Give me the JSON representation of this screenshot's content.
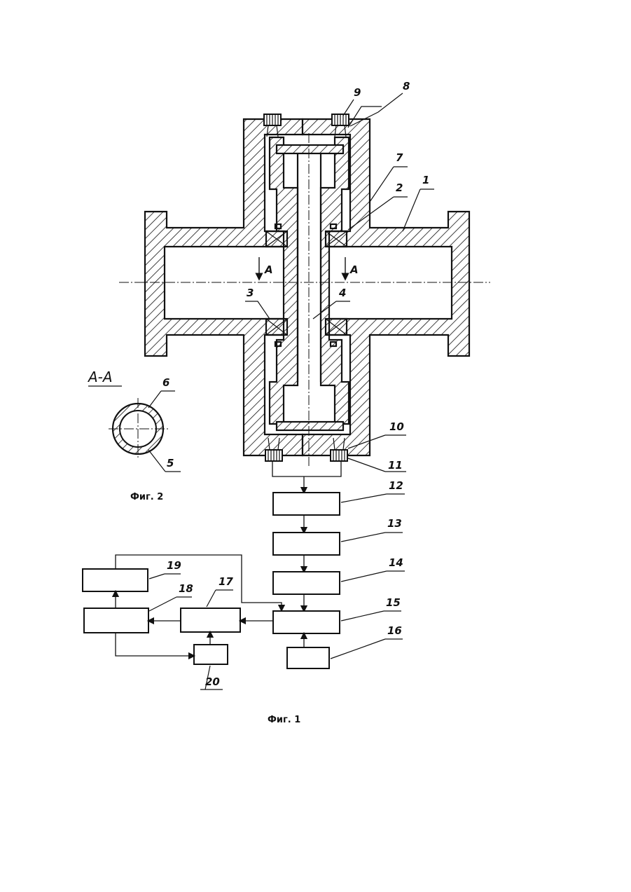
{
  "figures": {
    "fig1_caption": "Фиг. 1",
    "fig2_caption": "Фиг. 2",
    "section_label": "А-А",
    "section_marker": "А"
  },
  "labels": {
    "l1": "1",
    "l2": "2",
    "l3": "3",
    "l4": "4",
    "l5": "5",
    "l6": "6",
    "l7": "7",
    "l8": "8",
    "l9": "9",
    "l10": "10",
    "l11": "11",
    "l12": "12",
    "l13": "13",
    "l14": "14",
    "l15": "15",
    "l16": "16",
    "l17": "17",
    "l18": "18",
    "l19": "19",
    "l20": "20"
  }
}
